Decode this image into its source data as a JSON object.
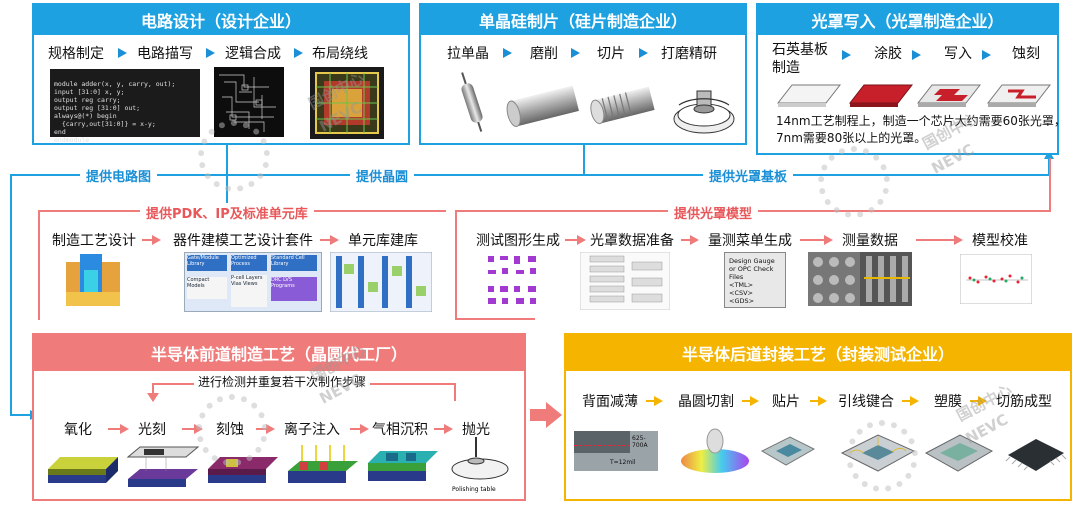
{
  "colors": {
    "blue": "#1da1e0",
    "pink": "#ef7b7b",
    "yellow": "#f5b400",
    "dark_blue": "#1a8fd6"
  },
  "panels": {
    "circuit_design": {
      "title": "电路设计（设计企业）",
      "steps": [
        "规格制定",
        "电路描写",
        "逻辑合成",
        "布局绕线"
      ],
      "code_lines": [
        "module adder(x, y, carry, out);",
        "input [31:0] x, y;",
        "output reg carry;",
        "output reg [31:0] out;",
        "always@(*) begin",
        "  {carry,out[31:0]} = x-y;",
        "end",
        "endmodule"
      ]
    },
    "wafer": {
      "title": "单晶硅制片（硅片制造企业）",
      "steps": [
        "拉单晶",
        "磨削",
        "切片",
        "打磨精研"
      ]
    },
    "photomask": {
      "title": "光罩写入（光罩制造企业）",
      "steps": [
        "石英基板\n制造",
        "涂胶",
        "写入",
        "蚀刻"
      ],
      "note": "14nm工艺制程上，制造一个芯片大约需要60张光罩，\n7nm需要80张以上的光罩。"
    },
    "pdk": {
      "title": "提供PDK、IP及标准单元库",
      "steps": [
        "制造工艺设计",
        "器件建模工艺设计套件",
        "单元库建库"
      ],
      "img_texts": [
        "Gate/Module Library",
        "Optimized Process",
        "Standard Cell Library",
        "Compact Models",
        "P-cell Layers Vias Views",
        "DRC LVS Programs"
      ]
    },
    "mask_model": {
      "title": "提供光罩模型",
      "steps": [
        "测试图形生成",
        "光罩数据准备",
        "量测菜单生成",
        "测量数据",
        "模型校准"
      ],
      "img_texts": [
        "Design Gauge or OPC Check Files",
        "<TML>",
        "<CSV>",
        "<GDS>"
      ]
    },
    "frontend": {
      "title": "半导体前道制造工艺（晶圆代工厂）",
      "loop_text": "进行检测并重复若干次制作步骤",
      "steps": [
        "氧化",
        "光刻",
        "刻蚀",
        "离子注入",
        "气相沉积",
        "抛光"
      ],
      "polish_text": "Polishing table"
    },
    "backend": {
      "title": "半导体后道封装工艺（封装测试企业）",
      "steps": [
        "背面减薄",
        "晶圆切割",
        "贴片",
        "引线键合",
        "塑膜",
        "切筋成型"
      ],
      "thin_labels": [
        "625-700A",
        "T=12mil"
      ]
    }
  },
  "connectors": {
    "circuit": "提供电路图",
    "wafer": "提供晶圆",
    "mask": "提供光罩基板"
  },
  "watermark": {
    "cn": "国创中心",
    "en": "NEVC"
  }
}
